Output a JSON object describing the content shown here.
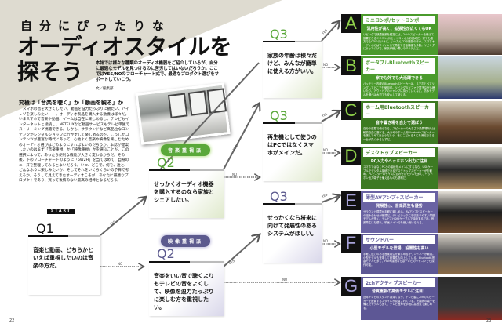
{
  "header": {
    "kicker": "自分にぴったりな",
    "title_line1": "オーディオスタイルを",
    "title_line2": "探そう",
    "lead": "本誌では様々な種類のオーディオ機器をご紹介しているが、自分に最適なモデルを見つけるのに苦労してはいないだろうか。ここではYES/NOのフローチャート式で、最適なプロダクト選びをサポートしていこう。",
    "author": "文／編集部"
  },
  "article": {
    "heading": "究極は「音楽を聴く」か「動画を観る」か",
    "body": "スマホの音を大きくしたい、動画を迫力たっぷりに観たい、ハイレゾを楽しみたい――。オーディオ製品を購入する動機は様々だ。いまスマホで音楽や動画、ゲームは自在に楽しめるし、テレビもインターネットと接続し、NETFLIXなど動画サービスもテレビ単独でストリーミング視聴できる。しかも、サラウンドなど高品位なコンテンツがレンタルショップに行かずして楽しめるのだ。こうしたコンテンツが豊富な時代にあって、心地よく音楽や映像を楽しむためのオーディオ選びはどのようにすればよいのだろうか。本誌が提案したいのはまず「音楽重視」か「映像重視」かを選ぶことだ。この選択によって、あったら便利な機能が大きく変わるからだ。その後、下のフローチャートのように「5W2H」を当てはめて、自身のニーズを整理してみるとよいだろう。いつ、どこで、何を、誰と、どんなふうに楽しみたいか、そしてそれをいくらくらいの予算で考えるか。そうして見えてきたオーディオこそが、あなたに最適なプロダクトであり、買って後悔のない最高の相棒となるだろう。"
  },
  "flow": {
    "start": "START",
    "yes": "YES",
    "no": "NO",
    "badge_music": "音楽重視派",
    "badge_video": "映像重視派",
    "q1": {
      "label": "Q1",
      "text": "音楽と動画、どちらかといえば重視したいのは音楽の方だ。"
    },
    "q2_music": {
      "label": "Q2",
      "text": "せっかくオーディオ機器を購入するのなら家族とシェアしたい。"
    },
    "q2_video": {
      "label": "Q2",
      "text": "音楽をいい音で聴くよりもテレビの音をよくして、映像を迫力たっぷりに楽しむ方を重視したい。"
    },
    "q3_family": {
      "label": "Q3",
      "text": "家族の年齢は様々だけど、みんなが簡単に使える方がいい。"
    },
    "q3_pc": {
      "label": "Q3",
      "text": "再生機として使うのはPCではなくスマホがメインだ。"
    },
    "q3_future": {
      "label": "Q3",
      "text": "せっかくなら将来に向けて発展性のあるシステムがほしい。"
    }
  },
  "results": [
    {
      "letter": "A",
      "name": "ミニコンポ/セットコンポ",
      "sub": "汎用性が高く、拡張性が広くてもOK",
      "desc": "リビングで快適音楽を鑑賞には、2つのスピーカーを備えて設置できるミニコンポ/セットコンポがお勧めだ。家でも遠方でもCDやラジオに、いったんCDの機能のほか、スマホオーディオにはワイヤレスで再生できる機種も多数。リビングにうってつけで、家族が使い慣いのアイテムだ。",
      "color": "#4a9a2c"
    },
    {
      "letter": "B",
      "name": "ポータブルBluetoothスピーカー",
      "sub": "家でも外でも大活躍できる",
      "desc": "バッテリー内蔵のBluetoothスピーカーは、スマホとペアリングしてどこでも使用可。リビングのソファで寛ぎながら聴いたり、アウトドアのキャンプに持っていくなど、防水モデルを選べば水辺でも安心して使える。",
      "color": "#4a9a2c"
    },
    {
      "letter": "C",
      "name": "ホーム用Bluetoothスピーカー",
      "sub": "音や置き場を自分で選ぼう",
      "desc": "自分の部屋で使うなら、スピーカーの大きさや設置場所も比較的自由に選べる。大きめのホーム用Bluetoothスピーカーを選んでみてはどうだろう。音にこだわる人にも満足できる一台が見つかるはずだ。",
      "color": "#3d7a22"
    },
    {
      "letter": "D",
      "name": "デスクトップスピーカー",
      "sub": "PC入力やヘッドホン出力に注目",
      "desc": "スマホではなくPCとの接続をメインにするなら、USBケーブルでデジタル接続できるデスクトップスピーカーがお勧め。PCモニターのサイズに合わせたモデルも多く、ヘッドホン出力端子を備えるものも便利だ。",
      "color": "#3d7a22"
    },
    {
      "letter": "E",
      "name": "薄型AVアンプ+スピーカー",
      "sub": "発展性◎、音楽再生も優秀",
      "desc": "サラウンド環境が手軽に楽しめる、AVアンプとスピーカーの組み合わせが最適だ。テレビラックにも収まりやすい薄型モデルが多く、テレビとHDMIケーブルで接続するだけ。音楽再生にも優れ、映画メインでも使い続けられる。",
      "color": "#6a63a3"
    },
    {
      "letter": "F",
      "name": "サウンドバー",
      "sub": "小型モデルを登場、設置性も高い",
      "desc": "手軽に迫力のある音楽再生を楽しめるサウンドバーが最適。小型モデルも登場して設置性も向上している。Bluetooth搭載モデルも多く、HDMI接続ならばテレビのリモコンでも操作可能。",
      "color": "#5d5795"
    },
    {
      "letter": "G",
      "name": "2chアクティブスピーカー",
      "sub": "音質重視の高価モデルに注目！",
      "desc": "近年テレビのスタンドは薄くなり、テレビ脇に2chのスピーカーを設置するスタイルが見直されている。光接続の端子を備えたモデルも多く、テレビ音声を手軽に高音質で楽しめる。",
      "color": "#5d5795"
    }
  ],
  "page_numbers": {
    "left": "22",
    "right": "23"
  }
}
